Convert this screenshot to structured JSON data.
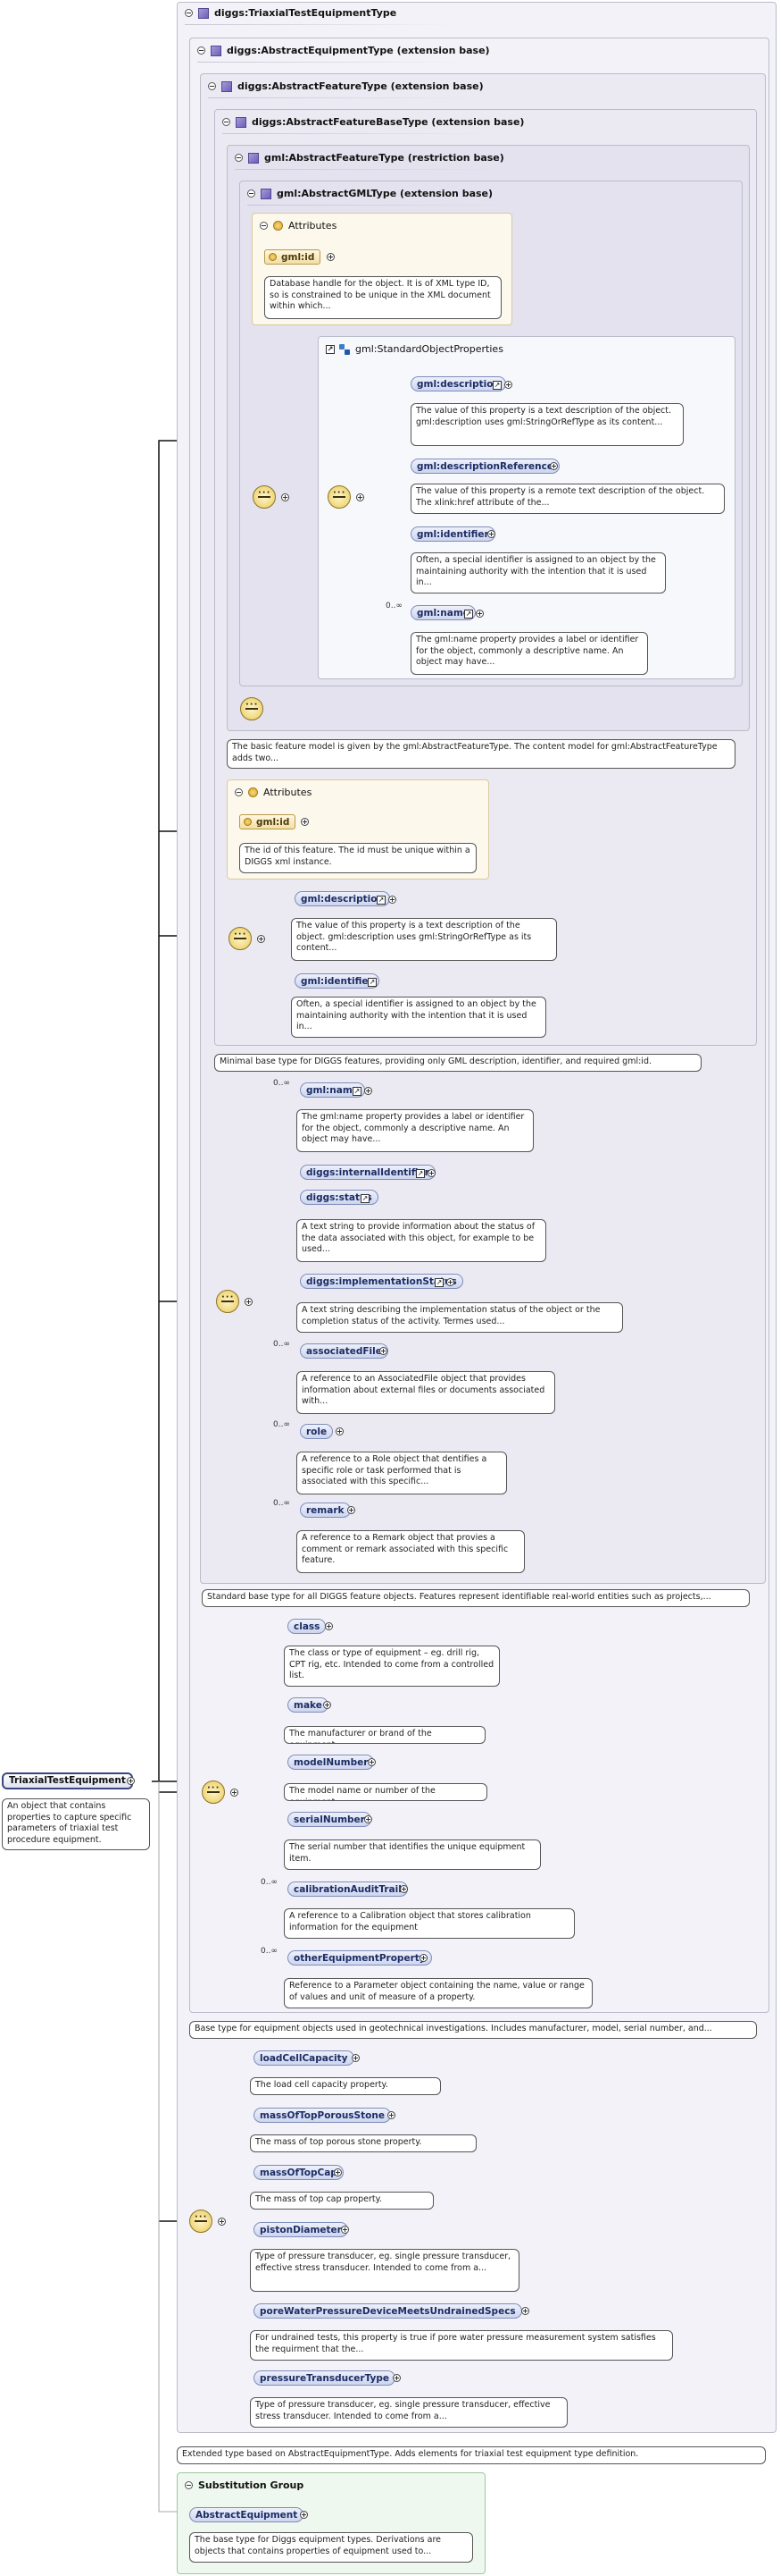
{
  "root": {
    "label": "TriaxialTestEquipment",
    "desc": "An object that contains properties to capture specific parameters of triaxial test procedure equipment."
  },
  "types": {
    "triaxial": "diggs:TriaxialTestEquipmentType",
    "equipment": "diggs:AbstractEquipmentType (extension base)",
    "feature": "diggs:AbstractFeatureType (extension base)",
    "featureBase": "diggs:AbstractFeatureBaseType (extension base)",
    "gmlFeature": "gml:AbstractFeatureType (restriction base)",
    "gmlGML": "gml:AbstractGMLType (extension base)"
  },
  "attributes": {
    "label": "Attributes",
    "gml_id_label": "gml:id",
    "gml_id_desc": "Database handle for the object. It is of XML type ID, so is constrained to be unique in the XML document within which...",
    "gml_id2_desc": "The id of this feature. The id must be unique within a DIGGS xml instance."
  },
  "standardObject": {
    "label": "gml:StandardObjectProperties",
    "items": [
      {
        "label": "gml:description",
        "desc": "The value of this property is a text description of the object. gml:description uses gml:StringOrRefType as its content..."
      },
      {
        "label": "gml:descriptionReference",
        "desc": "The value of this property is a remote text description of the object. The xlink:href attribute of the..."
      },
      {
        "label": "gml:identifier",
        "desc": "Often, a special identifier is assigned to an object by the maintaining authority with the intention that it is used in..."
      },
      {
        "label": "gml:name",
        "desc": "The gml:name property provides a label or identifier for the object, commonly a descriptive name. An object may have...",
        "card": "0..∞"
      }
    ]
  },
  "featureBaseNotes": {
    "note": "The basic feature model is given by the gml:AbstractFeatureType. The content model for gml:AbstractFeatureType adds two...",
    "description": {
      "label": "gml:description",
      "desc": "The value of this property is a text description of the object. gml:description uses gml:StringOrRefType as its content..."
    },
    "identifier": {
      "label": "gml:identifier",
      "desc": "Often, a special identifier is assigned to an object by the maintaining authority with the intention that it is used in..."
    },
    "baseNote": "Minimal base type for DIGGS features, providing only GML description, identifier, and required gml:id."
  },
  "featureItems": [
    {
      "label": "gml:name",
      "card": "0..∞",
      "desc": "The gml:name property provides a label or identifier for the object, commonly a descriptive name. An object may have..."
    },
    {
      "label": "diggs:internalIdentifier",
      "card": "",
      "desc": ""
    },
    {
      "label": "diggs:status",
      "card": "",
      "desc": "A text string to provide information about the status of the data associated with this object, for example to be used..."
    },
    {
      "label": "diggs:implementationStatus",
      "card": "",
      "desc": "A text string describing the implementation status of the object or the completion status of the activity. Termes used..."
    },
    {
      "label": "associatedFile",
      "card": "0..∞",
      "desc": "A reference to an AssociatedFile object that provides information about external files or documents associated with..."
    },
    {
      "label": "role",
      "card": "0..∞",
      "desc": "A reference to a Role object that dentifies a specific role or task performed that is associated with this specific..."
    },
    {
      "label": "remark",
      "card": "0..∞",
      "desc": "A reference to a Remark object that provies a comment or remark associated with this specific feature."
    }
  ],
  "featureNote": "Standard base type for all DIGGS feature objects. Features represent identifiable real-world entities such as projects,...",
  "equipmentItems": [
    {
      "label": "class",
      "card": "",
      "desc": "The class or type of equipment – eg. drill rig, CPT rig, etc. Intended to come from a controlled list."
    },
    {
      "label": "make",
      "card": "",
      "desc": "The manufacturer or brand of the equipment"
    },
    {
      "label": "modelNumber",
      "card": "",
      "desc": "The model name or number of the equipment"
    },
    {
      "label": "serialNumber",
      "card": "",
      "desc": "The serial number that identifies the unique equipment item."
    },
    {
      "label": "calibrationAuditTrail",
      "card": "0..∞",
      "desc": "A reference to a Calibration object that stores calibration information for the equipment"
    },
    {
      "label": "otherEquipmentProperty",
      "card": "0..∞",
      "desc": "Reference to a Parameter object containing the name, value or range of values and unit of measure of a property."
    }
  ],
  "equipmentNote": "Base type for equipment objects used in geotechnical investigations. Includes manufacturer, model, serial number, and...",
  "triaxialItems": [
    {
      "label": "loadCellCapacity",
      "desc": "The load cell capacity property."
    },
    {
      "label": "massOfTopPorousStone",
      "desc": "The mass of top porous stone property."
    },
    {
      "label": "massOfTopCap",
      "desc": "The mass of top cap property."
    },
    {
      "label": "pistonDiameter",
      "desc": "Type of pressure transducer, eg. single pressure transducer, effective stress transducer. Intended to come from a..."
    },
    {
      "label": "poreWaterPressureDeviceMeetsUndrainedSpecs",
      "desc": "For undrained tests, this property is true if pore water pressure measurement system satisfies the requirment that the..."
    },
    {
      "label": "pressureTransducerType",
      "desc": "Type of pressure transducer, eg. single pressure transducer, effective stress transducer. Intended to come from a..."
    }
  ],
  "triaxialNote": "Extended type based on AbstractEquipmentType. Adds elements for triaxial test equipment type definition.",
  "substitution": {
    "label": "Substitution Group",
    "element": "AbstractEquipment",
    "desc": "The base type for Diggs equipment types. Derivations are objects that contains properties of equipment used to..."
  }
}
